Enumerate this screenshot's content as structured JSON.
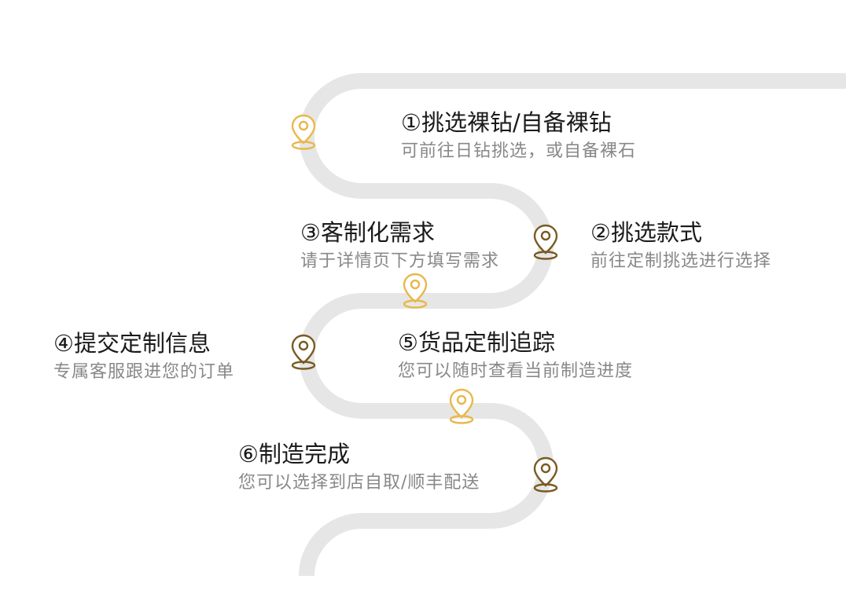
{
  "steps": [
    {
      "title": "①挑选裸钻/自备裸钻",
      "desc": "可前往日钻挑选，或自备裸石"
    },
    {
      "title": "②挑选款式",
      "desc": "前往定制挑选进行选择"
    },
    {
      "title": "③客制化需求",
      "desc": "请于详情页下方填写需求"
    },
    {
      "title": "④提交定制信息",
      "desc": "专属客服跟进您的订单"
    },
    {
      "title": "⑤货品定制追踪",
      "desc": "您可以随时查看当前制造进度"
    },
    {
      "title": "⑥制造完成",
      "desc": "您可以选择到店自取/顺丰配送"
    }
  ],
  "colors": {
    "path": "#e6e6e6",
    "pin_gold": "#e8b84a",
    "pin_brown": "#7a5a22",
    "title": "#1a1a1a",
    "desc": "#888888"
  }
}
